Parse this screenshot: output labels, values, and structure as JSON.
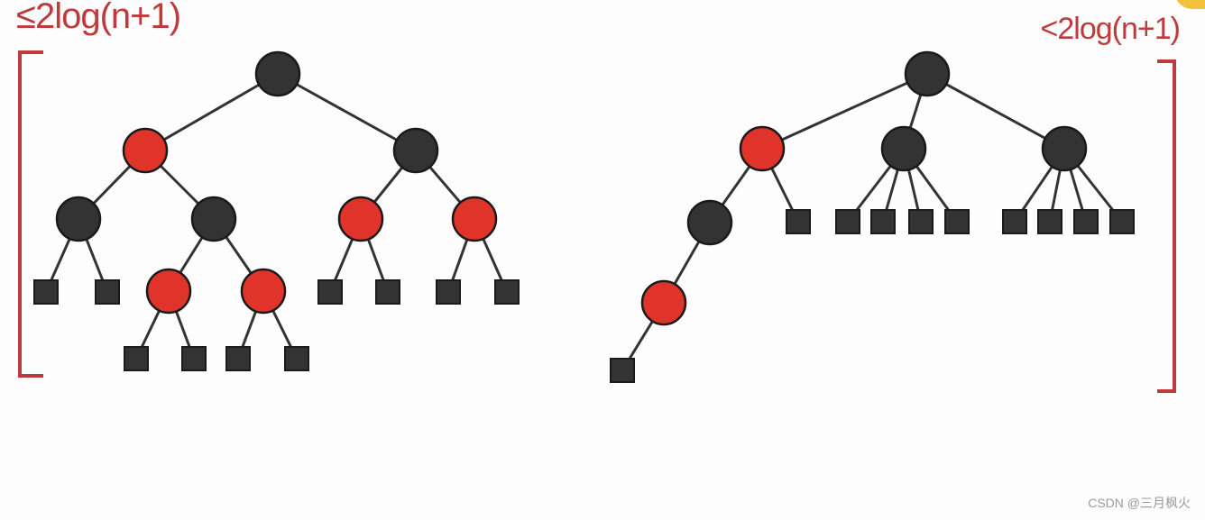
{
  "annotations": {
    "left_bound": "≤2log(n+1)",
    "right_bound": "<2log(n+1)"
  },
  "colors": {
    "black_node": "#333333",
    "red_node": "#e0332a",
    "outline": "#1a1a1a",
    "leaf": "#333333",
    "edge": "#333333",
    "annotation": "#c0393b"
  },
  "watermark": "CSDN @三月枫火",
  "trees": [
    {
      "name": "left-tree",
      "root": {
        "c": "black",
        "k": [
          {
            "c": "red",
            "k": [
              {
                "c": "black",
                "k": [
                  {
                    "c": "leaf"
                  },
                  {
                    "c": "leaf"
                  }
                ]
              },
              {
                "c": "black",
                "k": [
                  {
                    "c": "red",
                    "k": [
                      {
                        "c": "leaf"
                      },
                      {
                        "c": "leaf"
                      }
                    ]
                  },
                  {
                    "c": "red",
                    "k": [
                      {
                        "c": "leaf"
                      },
                      {
                        "c": "leaf"
                      }
                    ]
                  }
                ]
              }
            ]
          },
          {
            "c": "black",
            "k": [
              {
                "c": "red",
                "k": [
                  {
                    "c": "leaf"
                  },
                  {
                    "c": "leaf"
                  }
                ]
              },
              {
                "c": "red",
                "k": [
                  {
                    "c": "leaf"
                  },
                  {
                    "c": "leaf"
                  }
                ]
              }
            ]
          }
        ]
      }
    },
    {
      "name": "right-tree",
      "root": {
        "c": "black",
        "k": [
          {
            "c": "red",
            "k": [
              {
                "c": "black",
                "k": [
                  {
                    "c": "red",
                    "k": [
                      {
                        "c": "leaf"
                      }
                    ]
                  }
                ]
              },
              {
                "c": "leaf"
              }
            ]
          },
          {
            "c": "black",
            "k": [
              {
                "c": "leaf"
              },
              {
                "c": "leaf"
              },
              {
                "c": "leaf"
              },
              {
                "c": "leaf"
              }
            ]
          },
          {
            "c": "black",
            "k": [
              {
                "c": "leaf"
              },
              {
                "c": "leaf"
              },
              {
                "c": "leaf"
              },
              {
                "c": "leaf"
              }
            ]
          }
        ]
      }
    }
  ]
}
